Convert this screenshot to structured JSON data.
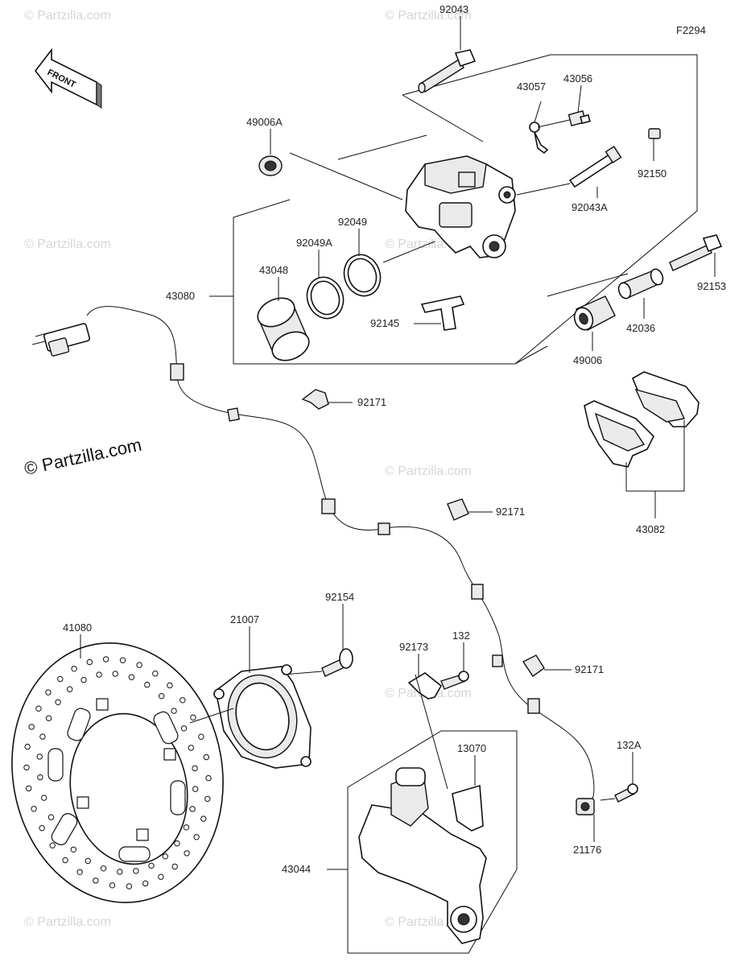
{
  "diagram_code": "F2294",
  "front_label": "FRONT",
  "copyright": "© Partzilla.com",
  "watermark": "© Partzilla.com",
  "parts": {
    "p92043": "92043",
    "p43057": "43057",
    "p43056": "43056",
    "p49006A": "49006A",
    "p92150": "92150",
    "p92043A": "92043A",
    "p92049": "92049",
    "p92049A": "92049A",
    "p43048": "43048",
    "p43080": "43080",
    "p92153": "92153",
    "p42036": "42036",
    "p92145": "92145",
    "p49006": "49006",
    "p92171a": "92171",
    "p92171b": "92171",
    "p92171c": "92171",
    "p43082": "43082",
    "p92154": "92154",
    "p41080": "41080",
    "p21007": "21007",
    "p92173": "92173",
    "p132": "132",
    "p132A": "132A",
    "p13070": "13070",
    "p43044": "43044",
    "p21176": "21176"
  }
}
